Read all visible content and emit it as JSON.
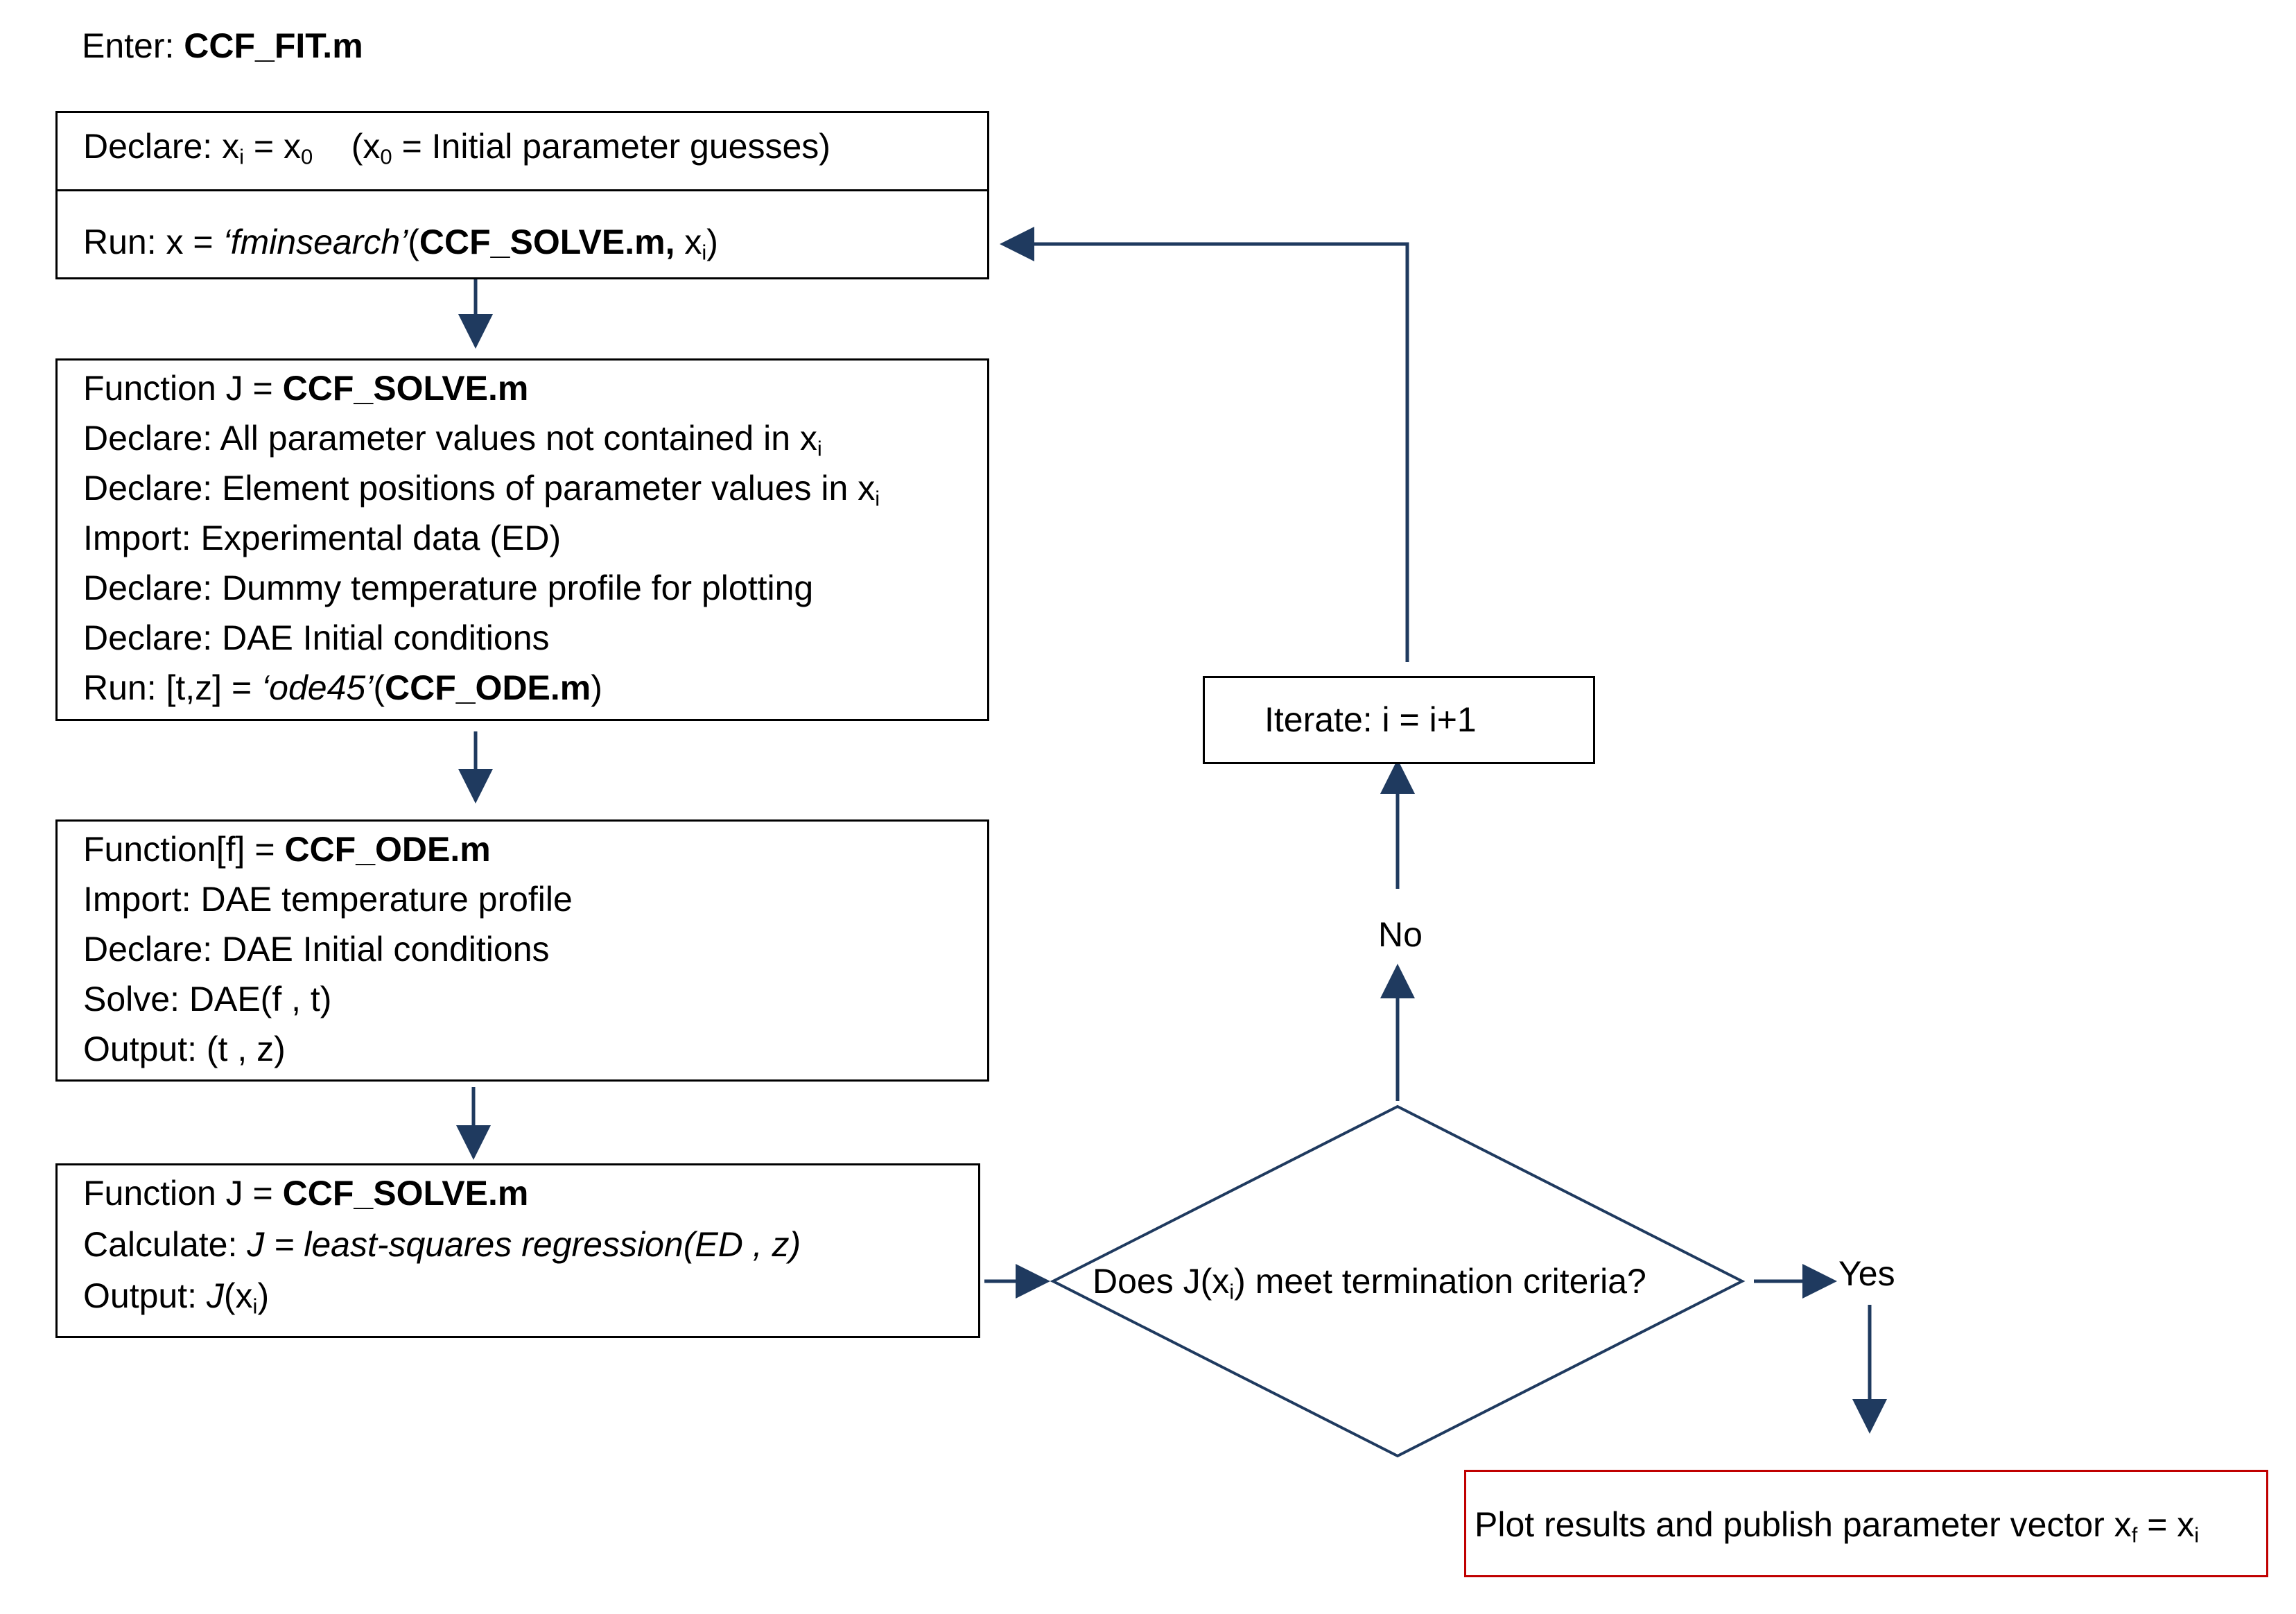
{
  "header": {
    "prefix": "Enter: ",
    "file": "CCF_FIT.m"
  },
  "box_declare": {
    "line1": {
      "prefix": "Declare: x",
      "sub_a": "i",
      "mid": " = x",
      "sub_b": "0",
      "paren_open": "    (x",
      "sub_c": "0",
      "paren_rest": " = Initial parameter guesses)"
    },
    "line2": {
      "prefix": "Run: x = ",
      "fn": "‘fminsearch’",
      "open": "(",
      "file": "CCF_SOLVE.m,",
      "arg": " x",
      "sub": "i",
      "close": ")"
    }
  },
  "box_solve1": {
    "line1": {
      "prefix": "Function J = ",
      "file": "CCF_SOLVE.m"
    },
    "line2": {
      "text": "Declare: All parameter values not contained in x",
      "sub": "i"
    },
    "line3": {
      "text": "Declare: Element positions of parameter values in x",
      "sub": "i"
    },
    "line4": "Import: Experimental data (ED)",
    "line5": "Declare: Dummy temperature profile for plotting",
    "line6": "Declare: DAE Initial conditions",
    "line7": {
      "prefix": "Run: [t,z] = ",
      "fn": "‘ode45’",
      "open": "(",
      "file": "CCF_ODE.m",
      "close": ")"
    }
  },
  "box_ode": {
    "line1": {
      "prefix": "Function[f] = ",
      "file": "CCF_ODE.m"
    },
    "line2": "Import: DAE temperature profile",
    "line3": "Declare: DAE Initial conditions",
    "line4": "Solve: DAE(f , t)",
    "line5": "Output: (t , z)"
  },
  "box_solve2": {
    "line1": {
      "prefix": "Function J = ",
      "file": "CCF_SOLVE.m"
    },
    "line2": {
      "prefix": "Calculate: ",
      "expr": "J = least-squares regression(ED , z)"
    },
    "line3": {
      "prefix": "Output: ",
      "fn": "J",
      "open": "(x",
      "sub": "i",
      "close": ")"
    }
  },
  "iterate": {
    "text": "Iterate: i = i+1"
  },
  "decision": {
    "pre": "Does J(x",
    "sub": "i",
    "post": ") meet termination criteria?"
  },
  "labels": {
    "no": "No",
    "yes": "Yes"
  },
  "result": {
    "pre": "Plot results and publish parameter vector x",
    "sub_a": "f",
    "mid": " = x",
    "sub_b": "i"
  },
  "colors": {
    "arrow": "#1f3a5f",
    "border": "#000000",
    "result_border": "#c00000"
  }
}
